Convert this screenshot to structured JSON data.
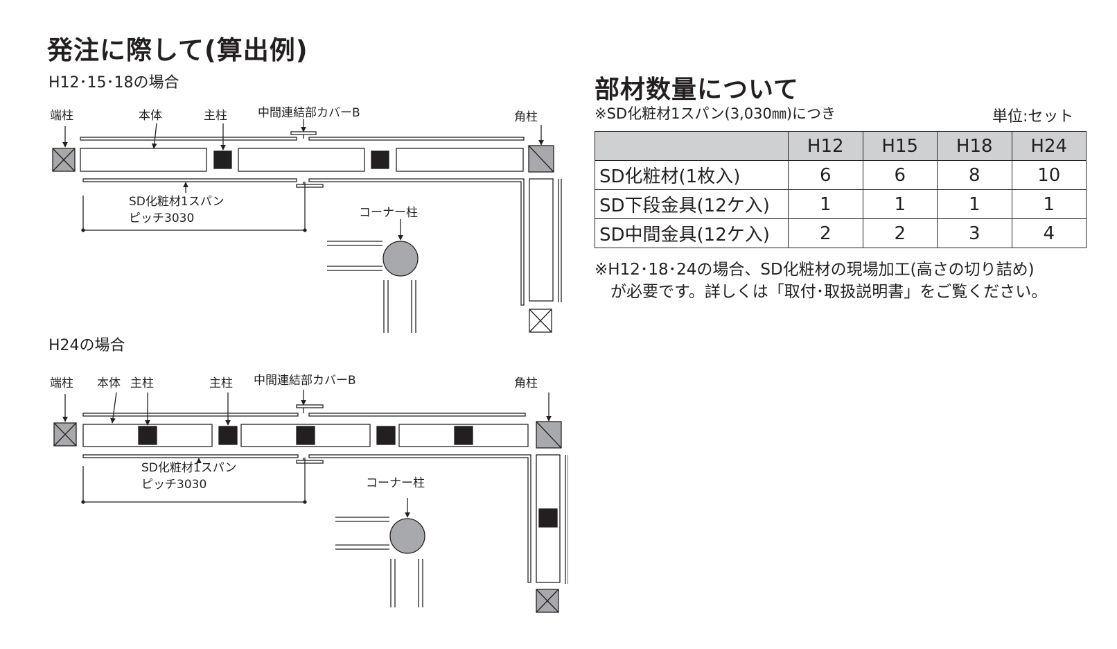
{
  "main_title": "発注に際して(算出例)",
  "case1": {
    "label": "H12･15･18の場合",
    "tanchu": "端柱",
    "hontai": "本体",
    "shuchu": "主柱",
    "cover": "中間連結部カバーB",
    "kakuchu": "角柱",
    "span_line1": "SD化粧材1スパン",
    "span_line2": "ピッチ3030",
    "corner": "コーナー柱"
  },
  "case2": {
    "label": "H24の場合",
    "tanchu": "端柱",
    "hontai": "本体",
    "shuchu1": "主柱",
    "shuchu2": "主柱",
    "cover": "中間連結部カバーB",
    "kakuchu": "角柱",
    "span_line1": "SD化粧材1スパン",
    "span_line2": "ピッチ3030",
    "corner": "コーナー柱"
  },
  "quantity": {
    "title": "部材数量について",
    "subtitle": "※SD化粧材1スパン(3,030㎜)につき",
    "unit": "単位:セット",
    "columns": [
      "H12",
      "H15",
      "H18",
      "H24"
    ],
    "rows": [
      {
        "name": "SD化粧材(1枚入)",
        "values": [
          "6",
          "6",
          "8",
          "10"
        ]
      },
      {
        "name": "SD下段金具(12ケ入)",
        "values": [
          "1",
          "1",
          "1",
          "1"
        ]
      },
      {
        "name": "SD中間金具(12ケ入)",
        "values": [
          "2",
          "2",
          "3",
          "4"
        ]
      }
    ],
    "footnote_line1": "※H12･18･24の場合、SD化粧材の現場加工(高さの切り詰め)",
    "footnote_line2": "　が必要です。詳しくは「取付･取扱説明書」をご覧ください。"
  }
}
